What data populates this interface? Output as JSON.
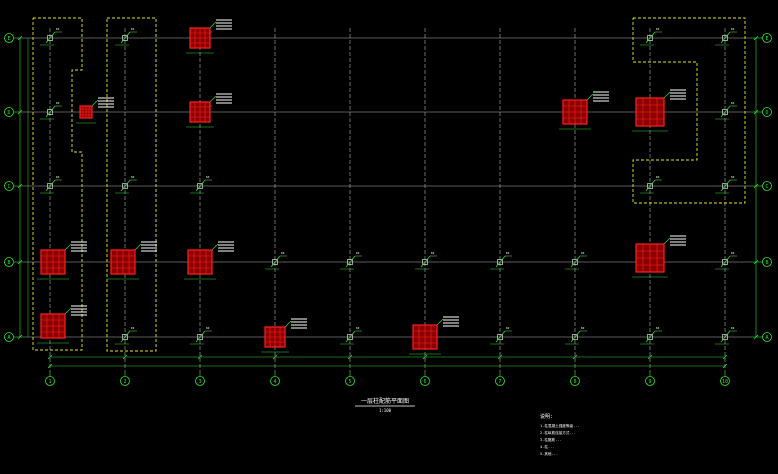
{
  "colors": {
    "background": "#000000",
    "gridline": "#b4b4b4",
    "axis_green": "#2ee62e",
    "column_red": "#ff2020",
    "column_fill": "#8a0000",
    "zone_yellow": "#e6e61e",
    "label_white": "#ffffff",
    "dim_green": "#36d936"
  },
  "plan": {
    "title": "一层柱配筋平面图",
    "subtitle": "1:100",
    "row_axes": [
      "E",
      "D",
      "C",
      "B",
      "A"
    ],
    "col_axes": [
      "1",
      "2",
      "3",
      "4",
      "5",
      "6",
      "7",
      "8",
      "9",
      "10"
    ]
  },
  "notes": {
    "heading": "说明:",
    "lines": [
      "1.柱混凝土强度等级...",
      "2.柱纵筋连接方式...",
      "3.柱箍筋...",
      "4.柱...",
      "5.其他..."
    ]
  }
}
